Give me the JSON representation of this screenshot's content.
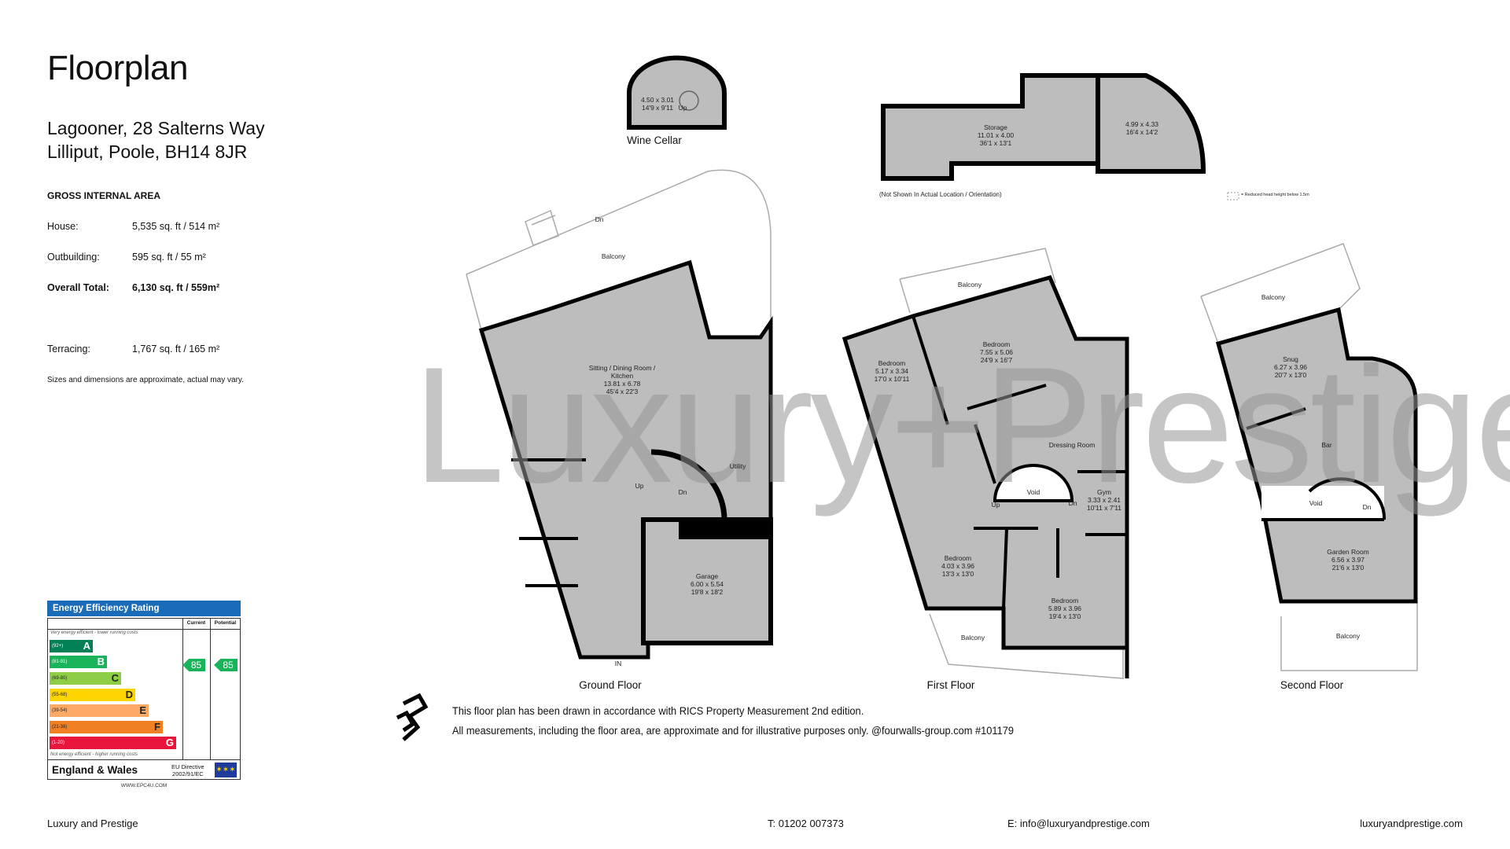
{
  "header": {
    "title": "Floorplan",
    "address_line1": "Lagooner, 28 Salterns Way",
    "address_line2": "Lilliput, Poole, BH14 8JR"
  },
  "areas": {
    "heading": "GROSS INTERNAL AREA",
    "rows": [
      {
        "label": "House:",
        "value": "5,535 sq. ft / 514 m²"
      },
      {
        "label": "Outbuilding:",
        "value": "595 sq. ft / 55 m²"
      },
      {
        "label": "Overall Total:",
        "value": "6,130 sq. ft / 559m²"
      },
      {
        "label": "Terracing:",
        "value": "1,767 sq. ft / 165 m²"
      }
    ],
    "disclaimer": "Sizes and dimensions are approximate, actual may vary."
  },
  "epc": {
    "title": "Energy Efficiency Rating",
    "col_current": "Current",
    "col_potential": "Potential",
    "top_caption": "Very energy efficient - lower running costs",
    "bottom_caption": "Not energy efficient - higher running costs",
    "bands": [
      {
        "range": "(92+)",
        "letter": "A",
        "color": "#008054"
      },
      {
        "range": "(81-91)",
        "letter": "B",
        "color": "#19b459"
      },
      {
        "range": "(69-80)",
        "letter": "C",
        "color": "#8dce46"
      },
      {
        "range": "(55-68)",
        "letter": "D",
        "color": "#ffd500"
      },
      {
        "range": "(39-54)",
        "letter": "E",
        "color": "#fcaa65"
      },
      {
        "range": "(21-38)",
        "letter": "F",
        "color": "#ef8023"
      },
      {
        "range": "(1-20)",
        "letter": "G",
        "color": "#e9153b"
      }
    ],
    "current": "85",
    "potential": "85",
    "region": "England & Wales",
    "directive_line1": "EU Directive",
    "directive_line2": "2002/91/EC",
    "url": "WWW.EPC4U.COM"
  },
  "watermark": "Luxury+Prestige",
  "outbuilding": {
    "wine_cellar": {
      "label": "Wine Cellar",
      "metric": "4.50 x 3.01",
      "imperial": "14'9 x 9'11",
      "stairs": "Up"
    },
    "storage": {
      "name": "Storage",
      "metric": "11.01 x 4.00",
      "imperial": "36'1 x 13'1"
    },
    "store2": {
      "metric": "4.99 x 4.33",
      "imperial": "16'4 x 14'2"
    },
    "note": "(Not Shown In Actual Location / Orientation)",
    "legend": "= Reduced head height below 1.5m"
  },
  "ground_floor": {
    "label": "Ground Floor",
    "balcony": "Balcony",
    "stairs_dn_ext": "Dn",
    "sitting": {
      "name1": "Sitting / Dining Room /",
      "name2": "Kitchen",
      "metric": "13.81 x 6.78",
      "imperial": "45'4 x 22'3"
    },
    "utility": "Utility",
    "up": "Up",
    "dn": "Dn",
    "garage": {
      "name": "Garage",
      "metric": "6.00 x 5.54",
      "imperial": "19'8 x 18'2"
    },
    "entrance": "IN"
  },
  "first_floor": {
    "label": "First Floor",
    "balcony_top": "Balcony",
    "balcony_bottom": "Balcony",
    "bedroom1": {
      "name": "Bedroom",
      "metric": "5.17 x 3.34",
      "imperial": "17'0 x 10'11"
    },
    "bedroom2": {
      "name": "Bedroom",
      "metric": "7.55 x 5.06",
      "imperial": "24'9 x 16'7"
    },
    "dressing": "Dressing Room",
    "void": "Void",
    "up": "Up",
    "dn": "Dn",
    "gym": {
      "name": "Gym",
      "metric": "3.33 x 2.41",
      "imperial": "10'11 x 7'11"
    },
    "bedroom3": {
      "name": "Bedroom",
      "metric": "4.03 x 3.96",
      "imperial": "13'3 x 13'0"
    },
    "bedroom4": {
      "name": "Bedroom",
      "metric": "5.89 x 3.96",
      "imperial": "19'4 x 13'0"
    }
  },
  "second_floor": {
    "label": "Second Floor",
    "balcony_top": "Balcony",
    "balcony_bottom": "Balcony",
    "snug": {
      "name": "Snug",
      "metric": "6.27 x 3.96",
      "imperial": "20'7 x 13'0"
    },
    "bar": "Bar",
    "void": "Void",
    "dn": "Dn",
    "garden": {
      "name": "Garden Room",
      "metric": "6.56 x 3.97",
      "imperial": "21'6 x 13'0"
    }
  },
  "rics": {
    "line1": "This floor plan has been drawn in accordance with RICS Property Measurement 2nd edition.",
    "line2": "All measurements, including the floor area, are approximate and for illustrative purposes only. @fourwalls-group.com #101179"
  },
  "footer": {
    "company": "Luxury and Prestige",
    "phone": "T: 01202 007373",
    "email": "E: info@luxuryandprestige.com",
    "website": "luxuryandprestige.com"
  }
}
